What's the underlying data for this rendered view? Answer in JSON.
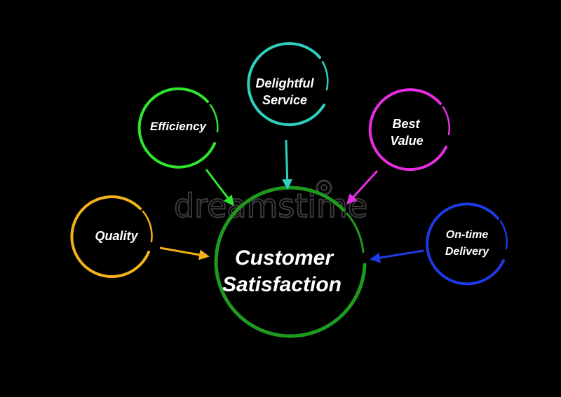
{
  "center": {
    "line1": "Customer",
    "line2": "Satisfaction",
    "color": "#1f9a1f"
  },
  "factors": [
    {
      "id": "quality",
      "line1": "Quality",
      "line2": "",
      "color": "#f2b21c"
    },
    {
      "id": "efficiency",
      "line1": "Efficiency",
      "line2": "",
      "color": "#2ee62e"
    },
    {
      "id": "delightful-service",
      "line1": "Delightful",
      "line2": "Service",
      "color": "#2fd0c0"
    },
    {
      "id": "best-value",
      "line1": "Best",
      "line2": "Value",
      "color": "#e62ee0"
    },
    {
      "id": "on-time-delivery",
      "line1": "On-time",
      "line2": "Delivery",
      "color": "#1e3ae6"
    }
  ],
  "watermark": "dreamstime"
}
